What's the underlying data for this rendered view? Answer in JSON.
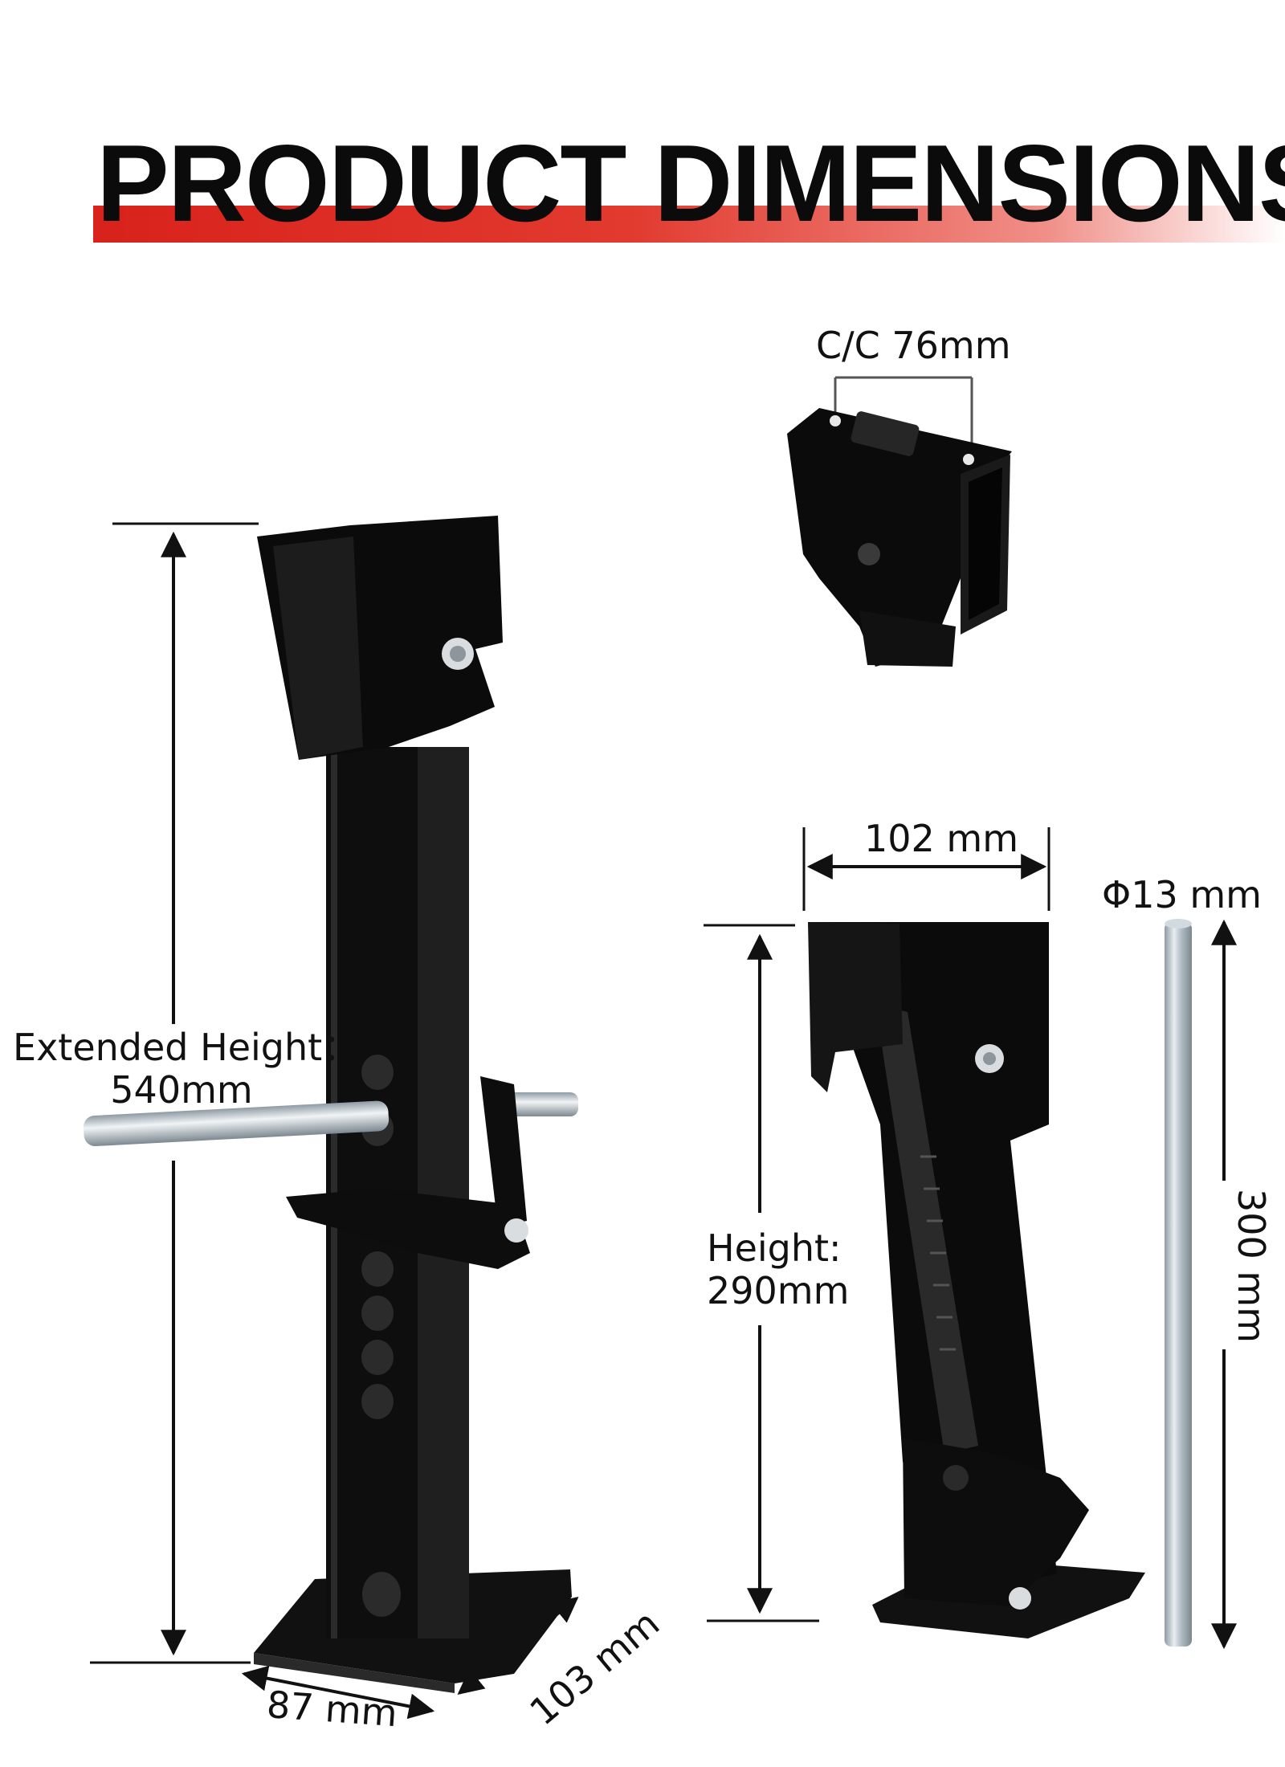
{
  "header": {
    "title": "PRODUCT DIMENSIONS"
  },
  "dimensions": {
    "extended_height_label": "Extended Height：",
    "extended_height_value": "540mm",
    "base_width": "87 mm",
    "base_depth": "103 mm",
    "center_to_center": "C/C 76mm",
    "head_width": "102 mm",
    "height_label": "Height:",
    "height_value": "290mm",
    "rod_diameter": "Φ13 mm",
    "rod_length": "300 mm"
  },
  "colors": {
    "accent": "#d8221b",
    "jack": "#0c0c0c",
    "rod": "#b9c4cc"
  }
}
